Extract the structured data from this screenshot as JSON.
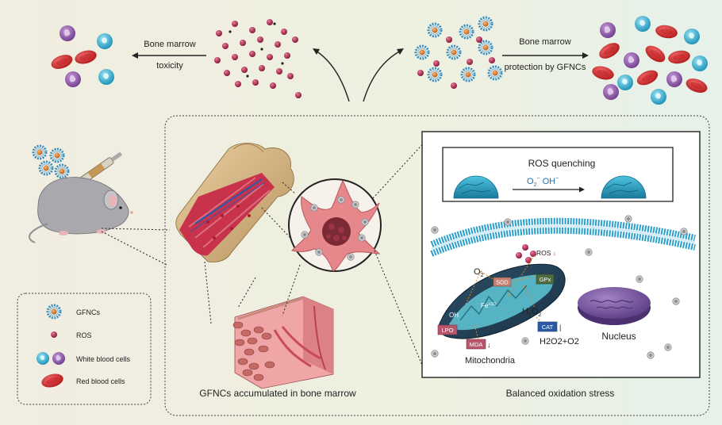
{
  "top": {
    "left_arrow_top": "Bone marrow",
    "left_arrow_bottom": "toxicity",
    "right_arrow_top": "Bone marrow",
    "right_arrow_bottom": "protection by GFNCs"
  },
  "legend": {
    "gfncs": "GFNCs",
    "ros": "ROS",
    "wbc": "White blood cells",
    "rbc": "Red blood cells"
  },
  "panel": {
    "ros_quenching": "ROS quenching",
    "radicals_o2": "O",
    "radicals_o2_sub": "2",
    "radicals_o2_sup": "−",
    "radicals_oh": " OH",
    "radicals_oh_sup": "−",
    "o2": "O",
    "o2_sub": "2",
    "ros": "ROS",
    "sod": "SOD",
    "gpx": "GPx",
    "fe": "Fe",
    "fe_sup": "+2/3",
    "oh": "OH",
    "h2o2_a": "H",
    "h2o2_b": "O",
    "h2o2_sub": "2",
    "cat": "CAT",
    "lpo": "LPO",
    "mda": "MDA",
    "h2o_plus_o2": "H2O2+O2",
    "nucleus": "Nucleus",
    "mitochondria": "Mitochondria"
  },
  "captions": {
    "accumulated": "GFNCs accumulated in bone marrow",
    "balanced": "Balanced oxidation stress"
  },
  "colors": {
    "rbc": "#d9262a",
    "wbc_purple": "#8e57a8",
    "wbc_cyan": "#2bb1d3",
    "ros": "#b3244f",
    "gfnc_shell": "#3a8fc0",
    "gfnc_core": "#d9782a",
    "bone": "#d8b98a",
    "marrow": "#e8898a"
  }
}
